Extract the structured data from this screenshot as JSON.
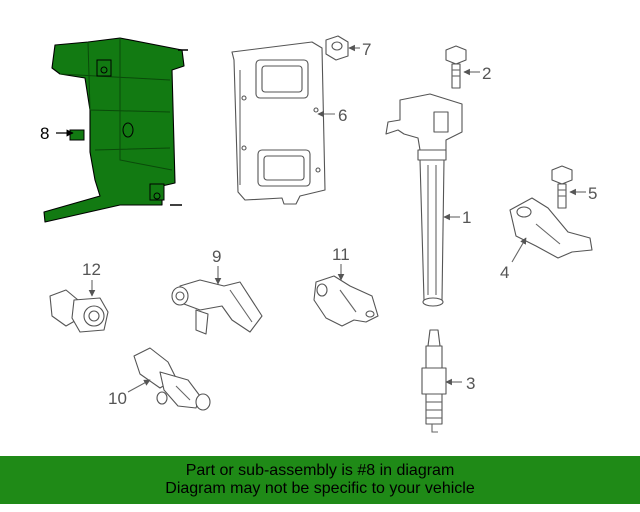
{
  "callouts": {
    "c1": "1",
    "c2": "2",
    "c3": "3",
    "c4": "4",
    "c5": "5",
    "c6": "6",
    "c7": "7",
    "c8": "8",
    "c9": "9",
    "c10": "10",
    "c11": "11",
    "c12": "12"
  },
  "highlight_color": "#127a12",
  "banner": {
    "line1": "Part or sub-assembly is #8 in diagram",
    "line2": "Diagram may not be specific to your vehicle",
    "background": "#1f8a17"
  }
}
